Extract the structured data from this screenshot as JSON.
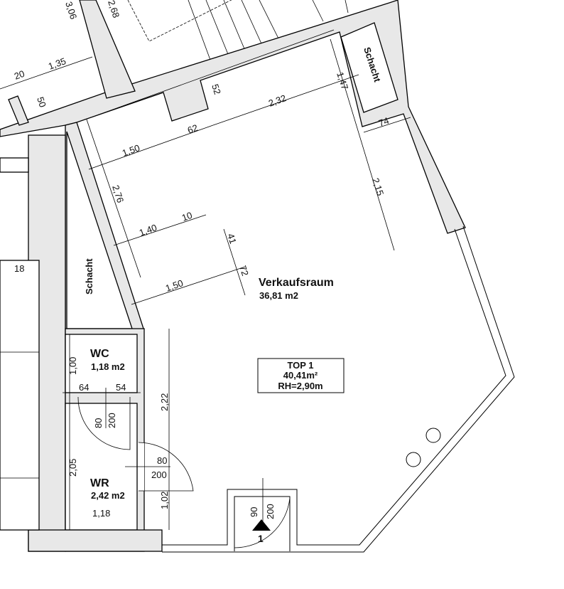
{
  "rooms": {
    "main": {
      "name": "Verkaufsraum",
      "area": "36,81 m2"
    },
    "wc": {
      "name": "WC",
      "area": "1,18 m2"
    },
    "wr": {
      "name": "WR",
      "area": "2,42 m2"
    },
    "shaft_right": "Schacht",
    "shaft_left": "Schacht"
  },
  "unit_box": {
    "title": "TOP 1",
    "area": "40,41m²",
    "height": "RH=2,90m"
  },
  "entrance_label": "1",
  "dims": [
    "3,06",
    "2,68",
    "1,35",
    "20",
    "50",
    "52",
    "2,32",
    "1,47",
    "74",
    "62",
    "1,50",
    "2,15",
    "2,76",
    "1,40",
    "10",
    "41",
    "72",
    "1,50",
    "18",
    "1,00",
    "64",
    "54",
    "80",
    "200",
    "2,22",
    "80",
    "200",
    "2,05",
    "1,02",
    "1,18",
    "90",
    "200"
  ]
}
